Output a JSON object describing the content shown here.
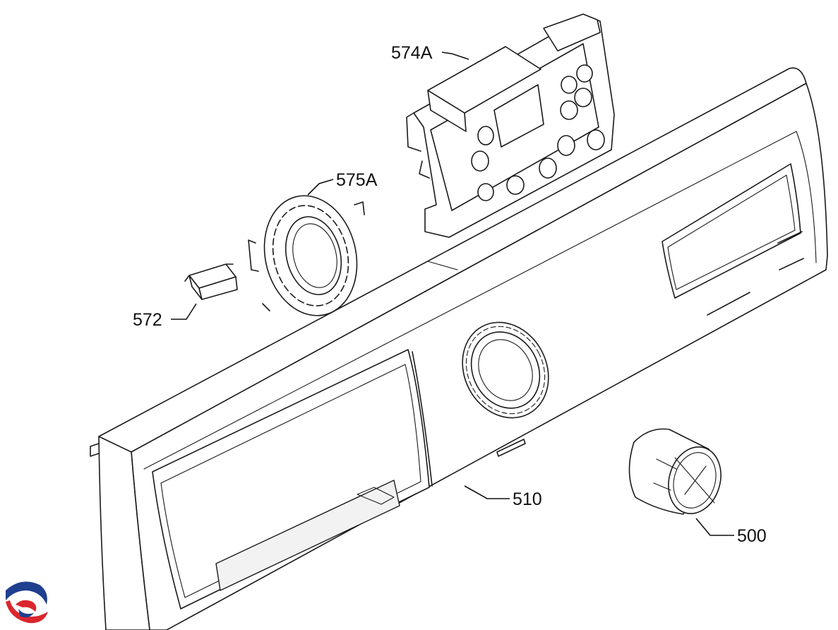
{
  "diagram": {
    "part_labels": {
      "p574A": "574A",
      "p575A": "575A",
      "p572": "572",
      "p510": "510",
      "p500": "500"
    },
    "colors": {
      "line": "#1a1a1a",
      "background": "#ffffff",
      "logo_blue": "#1f3f8f",
      "logo_red": "#d9262c"
    },
    "logo_icon": "swirl-logo-icon"
  }
}
